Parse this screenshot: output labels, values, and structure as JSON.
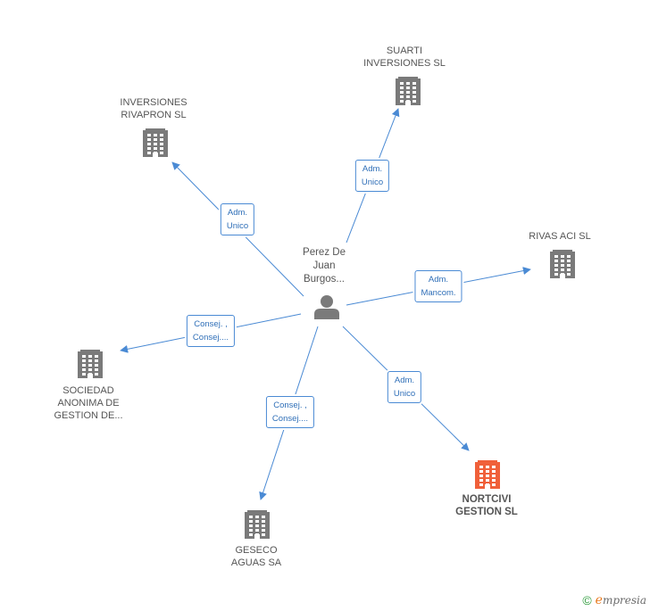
{
  "center": {
    "label": "Perez De\nJuan\nBurgos...",
    "icon": "person-icon"
  },
  "companies": [
    {
      "id": "suarti",
      "label": "SUARTI\nINVERSIONES SL",
      "icon": "building-icon",
      "color": "#7a7a7a"
    },
    {
      "id": "rivapron",
      "label": "INVERSIONES\nRIVAPRON SL",
      "icon": "building-icon",
      "color": "#7a7a7a"
    },
    {
      "id": "rivas",
      "label": "RIVAS ACI SL",
      "icon": "building-icon",
      "color": "#7a7a7a"
    },
    {
      "id": "sociedad",
      "label": "SOCIEDAD\nANONIMA DE\nGESTION DE...",
      "icon": "building-icon",
      "color": "#7a7a7a"
    },
    {
      "id": "geseco",
      "label": "GESECO\nAGUAS SA",
      "icon": "building-icon",
      "color": "#7a7a7a"
    },
    {
      "id": "nortcivi",
      "label": "NORTCIVI\nGESTION SL",
      "icon": "building-icon",
      "color": "#f0603a",
      "highlight": true
    }
  ],
  "edges": [
    {
      "to": "suarti",
      "label": "Adm.\nUnico"
    },
    {
      "to": "rivapron",
      "label": "Adm.\nUnico"
    },
    {
      "to": "rivas",
      "label": "Adm.\nMancom."
    },
    {
      "to": "sociedad",
      "label": "Consej. ,\nConsej...."
    },
    {
      "to": "geseco",
      "label": "Consej. ,\nConsej...."
    },
    {
      "to": "nortcivi",
      "label": "Adm.\nUnico"
    }
  ],
  "colors": {
    "edge": "#4a8ad4",
    "node": "#7a7a7a",
    "highlight": "#f0603a"
  },
  "footer": {
    "copyright": "©",
    "brand_initial": "e",
    "brand_rest": "mpresia"
  }
}
